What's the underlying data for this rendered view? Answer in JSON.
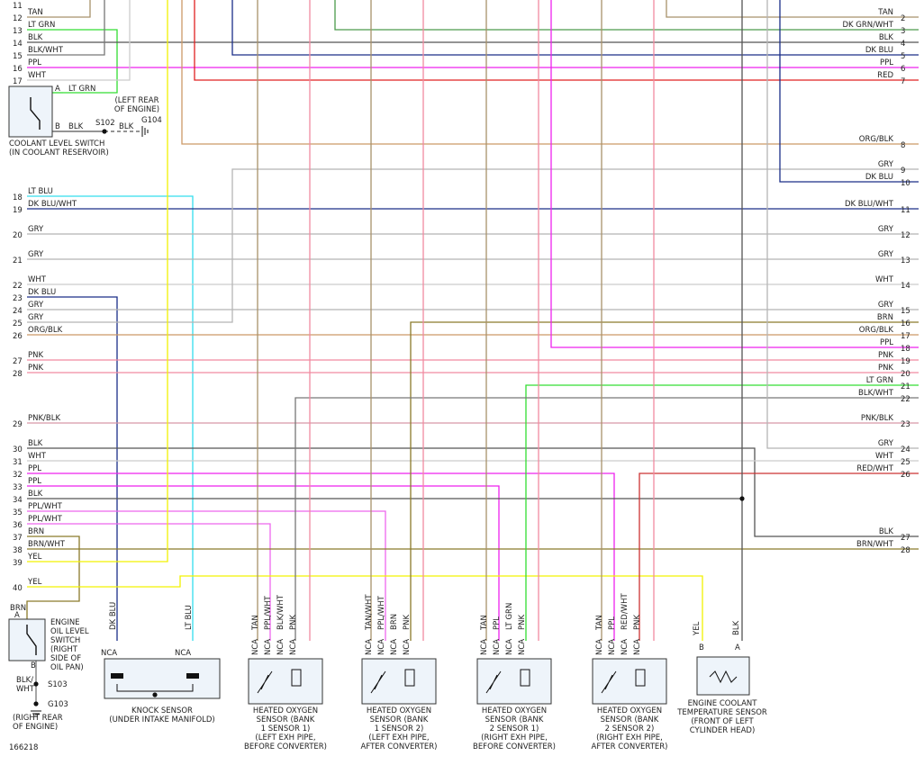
{
  "diagram_id": "166218",
  "colors": {
    "tan": "#a8916a",
    "ltgrn": "#33dd33",
    "blk": "#555555",
    "blkwht": "#777777",
    "ppl": "#ee22ee",
    "wht": "#cccccc",
    "orgblk": "#cc9966",
    "ltblu": "#33ddee",
    "dkblu": "#1a2e88",
    "gry": "#b5b5b5",
    "pnk": "#f08aa0",
    "yel": "#f2f200",
    "brn": "#8a7a2a",
    "red": "#e02020",
    "dkgrnwht": "#4c9a4c",
    "redwht": "#cc3333",
    "pnkblk": "#d898a8",
    "pplwht": "#ee66ee",
    "brnwht": "#8a7a2a"
  },
  "left_pins": [
    {
      "num": "11",
      "wire": ""
    },
    {
      "num": "12",
      "wire": "TAN"
    },
    {
      "num": "13",
      "wire": "LT GRN"
    },
    {
      "num": "14",
      "wire": "BLK"
    },
    {
      "num": "15",
      "wire": "BLK/WHT"
    },
    {
      "num": "16",
      "wire": "PPL"
    },
    {
      "num": "17",
      "wire": "WHT"
    },
    {
      "num": "18",
      "wire": "LT BLU"
    },
    {
      "num": "19",
      "wire": "DK BLU/WHT"
    },
    {
      "num": "20",
      "wire": "GRY"
    },
    {
      "num": "21",
      "wire": "GRY"
    },
    {
      "num": "22",
      "wire": "WHT"
    },
    {
      "num": "23",
      "wire": "DK BLU"
    },
    {
      "num": "24",
      "wire": "GRY"
    },
    {
      "num": "25",
      "wire": "GRY"
    },
    {
      "num": "26",
      "wire": "ORG/BLK"
    },
    {
      "num": "27",
      "wire": "PNK"
    },
    {
      "num": "28",
      "wire": "PNK"
    },
    {
      "num": "29",
      "wire": "PNK/BLK"
    },
    {
      "num": "30",
      "wire": "BLK"
    },
    {
      "num": "31",
      "wire": "WHT"
    },
    {
      "num": "32",
      "wire": "PPL"
    },
    {
      "num": "33",
      "wire": "PPL"
    },
    {
      "num": "34",
      "wire": "BLK"
    },
    {
      "num": "35",
      "wire": "PPL/WHT"
    },
    {
      "num": "36",
      "wire": "PPL/WHT"
    },
    {
      "num": "37",
      "wire": "BRN"
    },
    {
      "num": "38",
      "wire": "BRN/WHT"
    },
    {
      "num": "39",
      "wire": "YEL"
    },
    {
      "num": "40",
      "wire": "YEL"
    }
  ],
  "right_pins": [
    {
      "num": "2",
      "wire": "TAN"
    },
    {
      "num": "3",
      "wire": "DK GRN/WHT"
    },
    {
      "num": "4",
      "wire": "BLK"
    },
    {
      "num": "5",
      "wire": "DK BLU"
    },
    {
      "num": "6",
      "wire": "PPL"
    },
    {
      "num": "7",
      "wire": "RED"
    },
    {
      "num": "8",
      "wire": "ORG/BLK"
    },
    {
      "num": "9",
      "wire": "GRY"
    },
    {
      "num": "10",
      "wire": "DK BLU"
    },
    {
      "num": "11",
      "wire": "DK BLU/WHT"
    },
    {
      "num": "12",
      "wire": "GRY"
    },
    {
      "num": "13",
      "wire": "GRY"
    },
    {
      "num": "14",
      "wire": "WHT"
    },
    {
      "num": "15",
      "wire": "GRY"
    },
    {
      "num": "16",
      "wire": "BRN"
    },
    {
      "num": "17",
      "wire": "ORG/BLK"
    },
    {
      "num": "18",
      "wire": "PPL"
    },
    {
      "num": "19",
      "wire": "PNK"
    },
    {
      "num": "20",
      "wire": "PNK"
    },
    {
      "num": "21",
      "wire": "LT GRN"
    },
    {
      "num": "22",
      "wire": "BLK/WHT"
    },
    {
      "num": "23",
      "wire": "PNK/BLK"
    },
    {
      "num": "24",
      "wire": "GRY"
    },
    {
      "num": "25",
      "wire": "WHT"
    },
    {
      "num": "26",
      "wire": "RED/WHT"
    },
    {
      "num": "27",
      "wire": "BLK"
    },
    {
      "num": "28",
      "wire": "BRN/WHT"
    }
  ],
  "coolant_switch": {
    "label": [
      "COOLANT LEVEL SWITCH",
      "(IN COOLANT RESERVOIR)"
    ],
    "pin_a": "A",
    "pin_b": "B",
    "wire_a": "LT GRN",
    "wire_b": "BLK",
    "splice": "S102",
    "ground": "G104",
    "ground_loc": [
      "(LEFT REAR",
      "OF ENGINE)"
    ]
  },
  "oil_switch": {
    "label": [
      "ENGINE",
      "OIL LEVEL",
      "SWITCH",
      "(RIGHT",
      "SIDE OF",
      "OIL PAN)"
    ],
    "pin_a": "A",
    "pin_b": "B",
    "wire_top": "BRN",
    "wire_bot": [
      "BLK/",
      "WHT"
    ],
    "splice": "S103",
    "ground": "G103",
    "ground_loc": [
      "(RIGHT REAR",
      "OF ENGINE)"
    ]
  },
  "knock_sensor": {
    "label": [
      "KNOCK SENSOR",
      "(UNDER INTAKE MANIFOLD)"
    ],
    "wires": [
      "DK BLU",
      "LT BLU"
    ],
    "nca": "NCA"
  },
  "o2_sensors": [
    {
      "wires": [
        "TAN",
        "PPL/WHT",
        "BLK/WHT",
        "PNK"
      ],
      "label": [
        "HEATED OXYGEN",
        "SENSOR (BANK",
        "1 SENSOR 1)",
        "(LEFT EXH PIPE,",
        "BEFORE CONVERTER)"
      ]
    },
    {
      "wires": [
        "TAN/WHT",
        "PPL/WHT",
        "BRN",
        "PNK"
      ],
      "label": [
        "HEATED OXYGEN",
        "SENSOR (BANK",
        "1 SENSOR 2)",
        "(LEFT EXH PIPE,",
        "AFTER CONVERTER)"
      ]
    },
    {
      "wires": [
        "TAN",
        "PPL",
        "LT GRN",
        "PNK"
      ],
      "label": [
        "HEATED OXYGEN",
        "SENSOR (BANK",
        "2 SENSOR 1)",
        "(RIGHT EXH PIPE,",
        "BEFORE CONVERTER)"
      ]
    },
    {
      "wires": [
        "TAN",
        "PPL",
        "RED/WHT",
        "PNK"
      ],
      "label": [
        "HEATED OXYGEN",
        "SENSOR (BANK",
        "2 SENSOR 2)",
        "(RIGHT EXH PIPE,",
        "AFTER CONVERTER)"
      ]
    }
  ],
  "o2_nca": "NCA",
  "ect_sensor": {
    "label": [
      "ENGINE COOLANT",
      "TEMPERATURE SENSOR",
      "(FRONT OF LEFT",
      "CYLINDER HEAD)"
    ],
    "pins": [
      "B",
      "A"
    ],
    "wires": [
      "YEL",
      "BLK"
    ]
  }
}
